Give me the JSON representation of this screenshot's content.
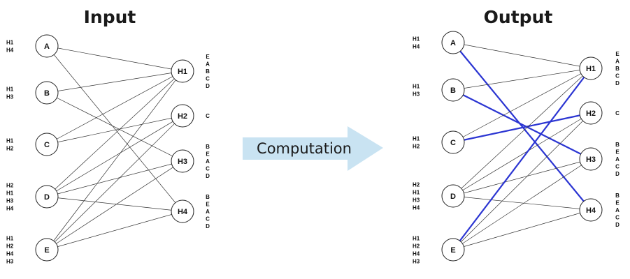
{
  "titles": {
    "input": "Input",
    "output": "Output"
  },
  "arrow_label": "Computation",
  "colors": {
    "matched_edge": "#2b35d2",
    "arrow": "#c9e3f2"
  },
  "applicants": [
    {
      "id": "A",
      "prefs": [
        "H1",
        "H4"
      ]
    },
    {
      "id": "B",
      "prefs": [
        "H1",
        "H3"
      ]
    },
    {
      "id": "C",
      "prefs": [
        "H1",
        "H2"
      ]
    },
    {
      "id": "D",
      "prefs": [
        "H2",
        "H1",
        "H3",
        "H4"
      ]
    },
    {
      "id": "E",
      "prefs": [
        "H1",
        "H2",
        "H4",
        "H3"
      ]
    }
  ],
  "hospitals": [
    {
      "id": "H1",
      "prefs": [
        "E",
        "A",
        "B",
        "C",
        "D"
      ]
    },
    {
      "id": "H2",
      "prefs": [
        "C"
      ]
    },
    {
      "id": "H3",
      "prefs": [
        "B",
        "E",
        "A",
        "C",
        "D"
      ]
    },
    {
      "id": "H4",
      "prefs": [
        "B",
        "E",
        "A",
        "C",
        "D"
      ]
    }
  ],
  "matching": [
    {
      "applicant": "A",
      "hospital": "H4"
    },
    {
      "applicant": "B",
      "hospital": "H3"
    },
    {
      "applicant": "C",
      "hospital": "H2"
    },
    {
      "applicant": "E",
      "hospital": "H1"
    }
  ]
}
